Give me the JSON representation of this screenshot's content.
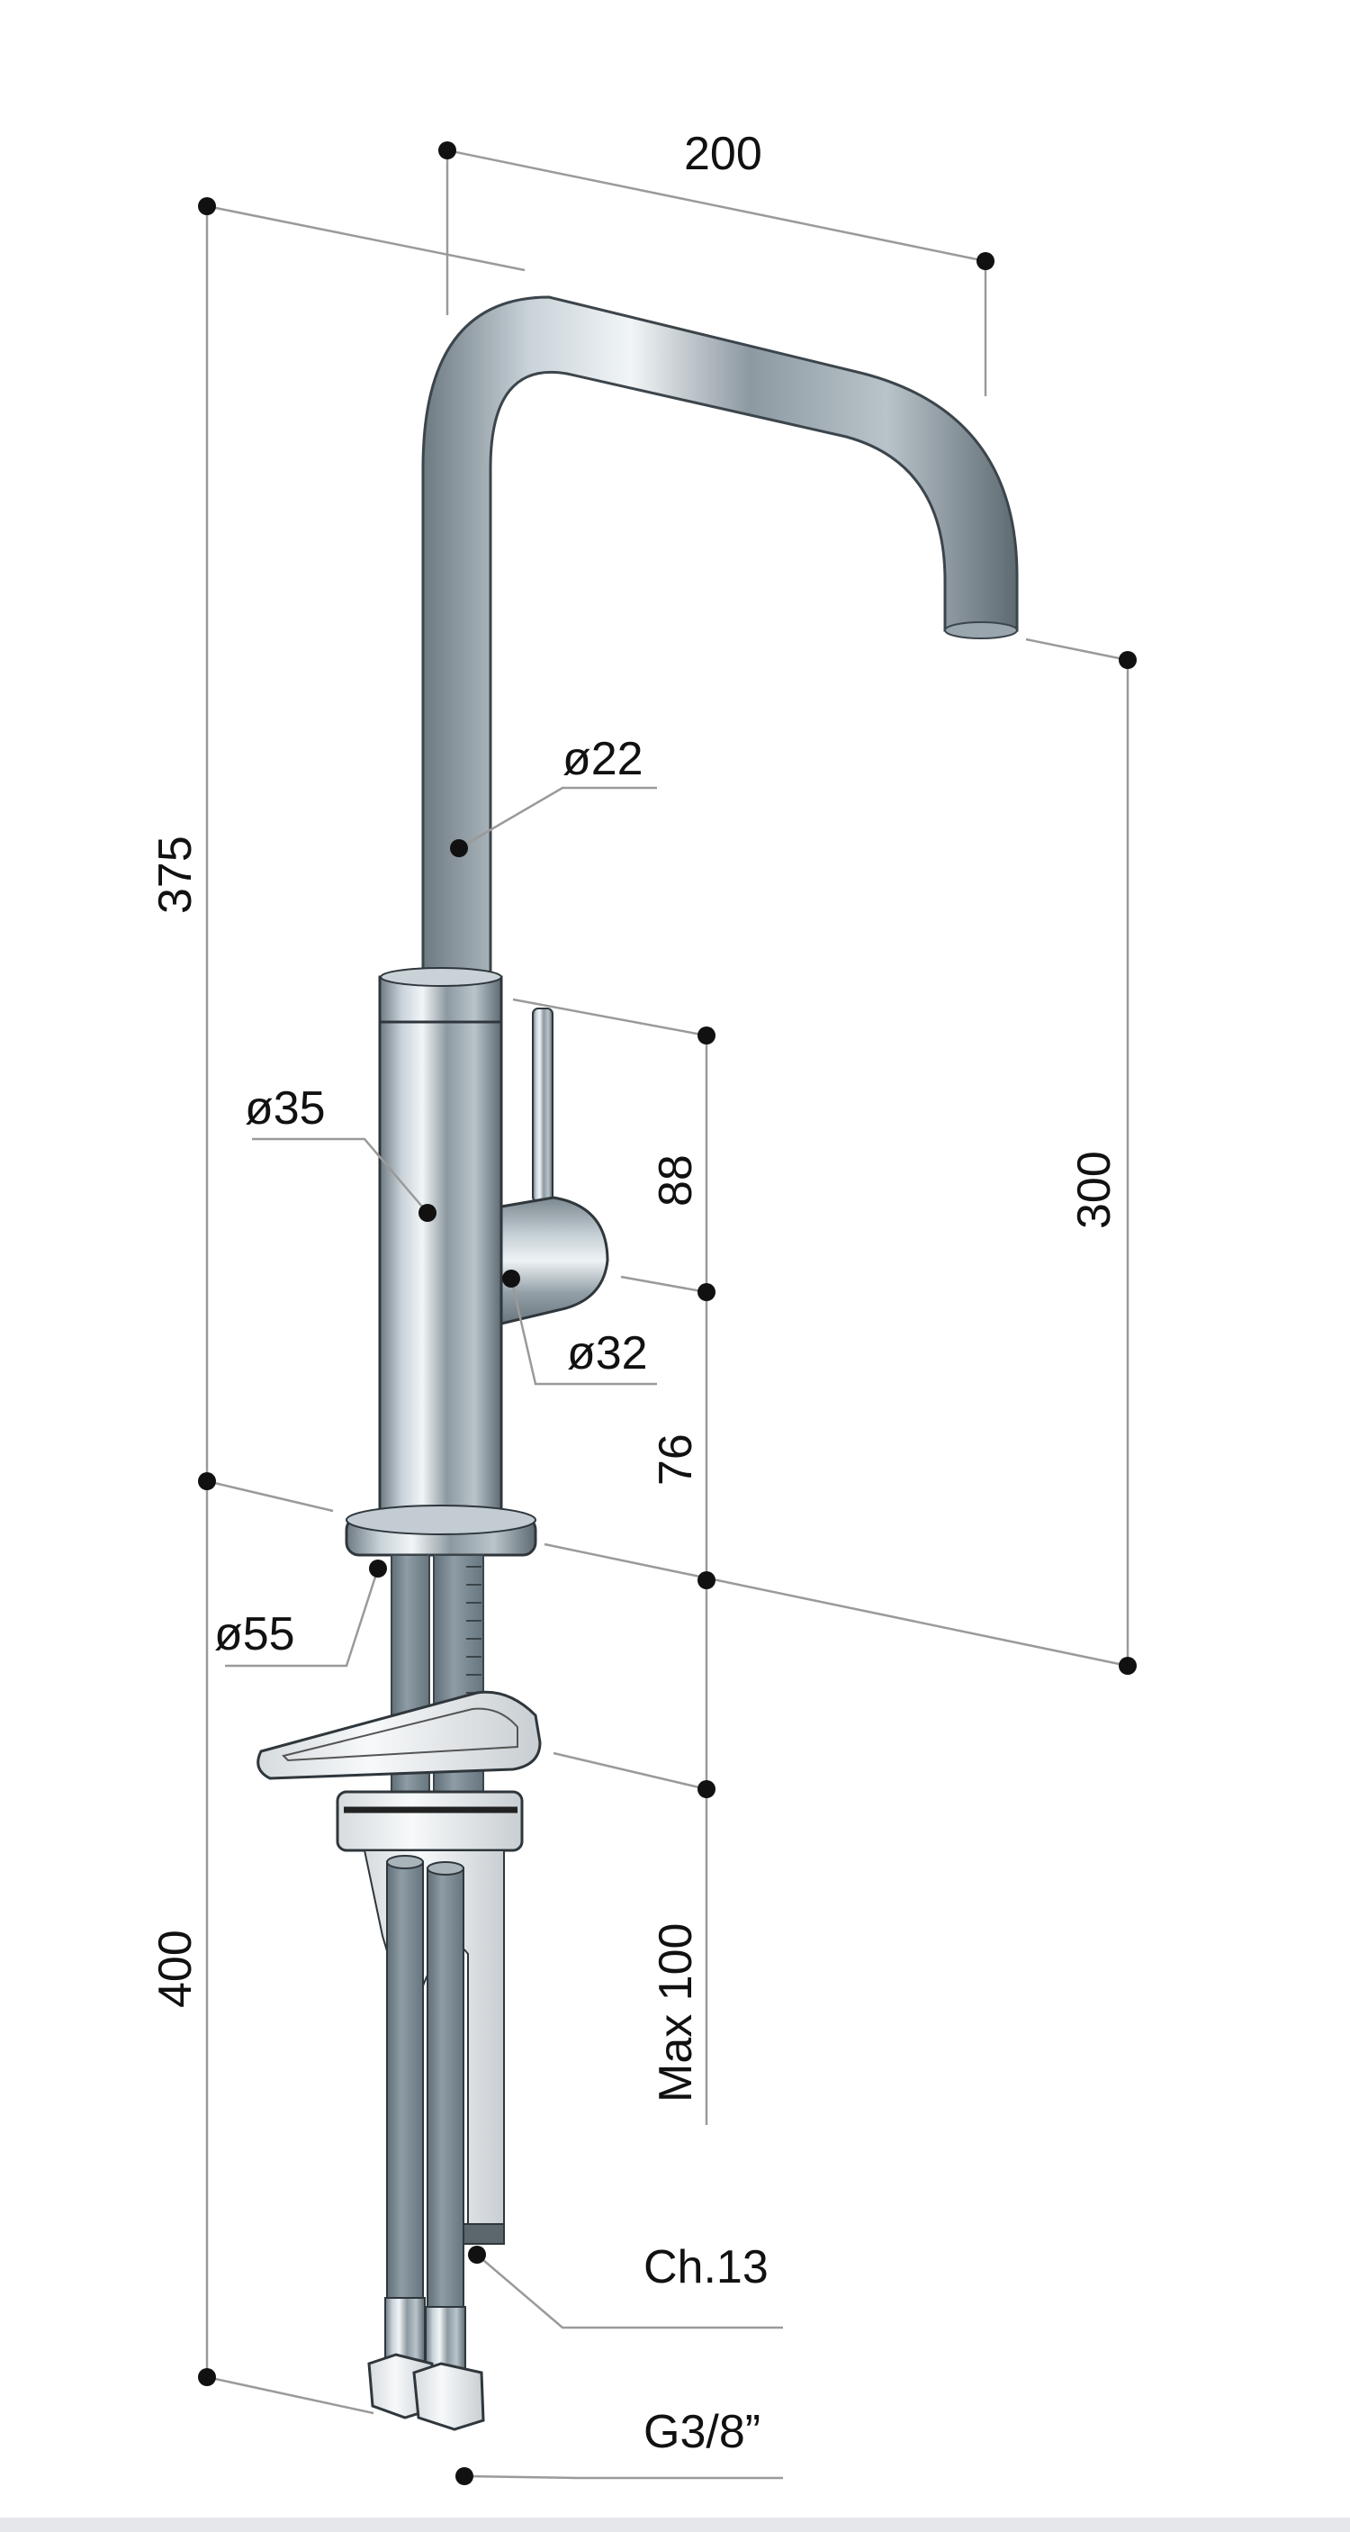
{
  "diagram": {
    "type": "technical-dimension-drawing",
    "subject": "single-lever kitchen mixer tap with swivel spout",
    "units": "mm",
    "colors": {
      "background": "#ffffff",
      "dimension_line": "#9a9a9a",
      "dot": "#111111",
      "text": "#111111",
      "chrome_dark": "#5f6a72",
      "chrome_mid": "#a9b4bb",
      "chrome_light": "#e7eef2",
      "hose": "#7e8d96",
      "bottom_bar": "#e6e7ea"
    },
    "dimensions": {
      "spout_reach": "200",
      "total_height_above_deck": "375",
      "spout_outlet_height": "300",
      "handle_to_body_top": "88",
      "handle_to_deck": "76",
      "below_deck_length": "400",
      "max_deck_thickness": "Max 100"
    },
    "callouts": {
      "spout_diameter": "ø22",
      "body_diameter": "ø35",
      "handle_diameter": "ø32",
      "base_diameter": "ø55",
      "spanner_size": "Ch.13",
      "connection_thread": "G3/8”"
    }
  }
}
